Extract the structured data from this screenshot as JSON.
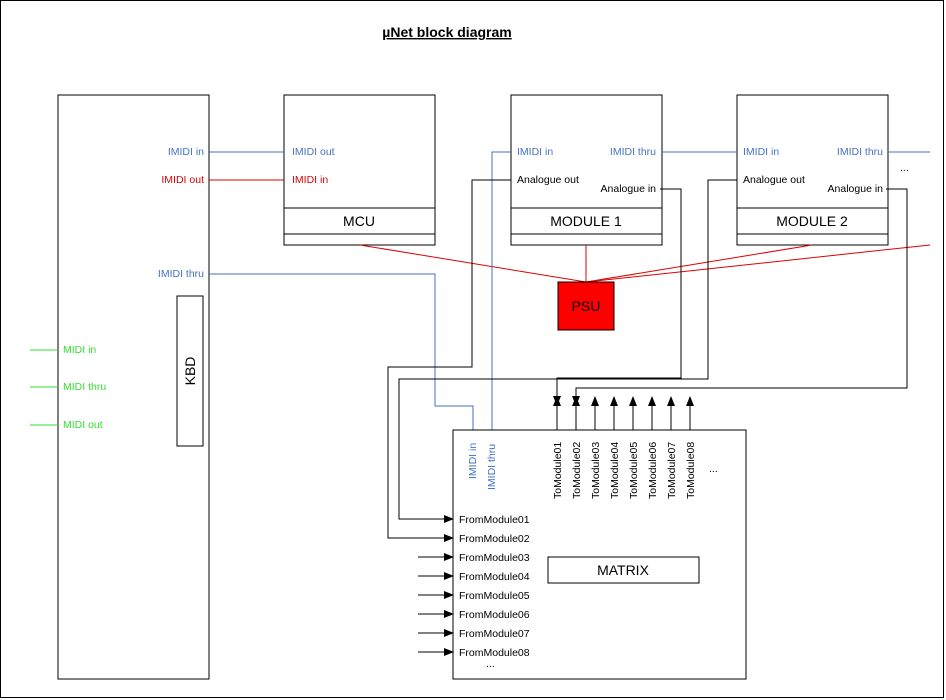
{
  "title": "µNet block diagram",
  "keyboard": {
    "imidi_in": "IMIDI in",
    "imidi_out": "IMIDI out",
    "imidi_thru": "IMIDI thru",
    "midi_in": "MIDI in",
    "midi_thru": "MIDI thru",
    "midi_out": "MIDI out",
    "kbd_label": "KBD"
  },
  "mcu": {
    "label": "MCU",
    "imidi_out": "IMIDI out",
    "imidi_in": "IMIDI in"
  },
  "module1": {
    "label": "MODULE 1",
    "imidi_in": "IMIDI in",
    "imidi_thru": "IMIDI thru",
    "analogue_out": "Analogue out",
    "analogue_in": "Analogue in"
  },
  "module2": {
    "label": "MODULE 2",
    "imidi_in": "IMIDI in",
    "imidi_thru": "IMIDI thru",
    "analogue_out": "Analogue out",
    "analogue_in": "Analogue in"
  },
  "more_modules": "...",
  "psu": {
    "label": "PSU"
  },
  "matrix": {
    "label": "MATRIX",
    "imidi_in": "IMIDI in",
    "imidi_thru": "IMIDI thru",
    "to_modules": [
      "ToModule01",
      "ToModule02",
      "ToModule03",
      "ToModule04",
      "ToModule05",
      "ToModule06",
      "ToModule07",
      "ToModule08"
    ],
    "to_more": "...",
    "from_modules": [
      "FromModule01",
      "FromModule02",
      "FromModule03",
      "FromModule04",
      "FromModule05",
      "FromModule06",
      "FromModule07",
      "FromModule08"
    ],
    "from_more": "..."
  },
  "colors": {
    "imidi": "#4472c4",
    "imidi_out": "#e00000",
    "midi": "#33dd33",
    "psu": "#ff0000",
    "power_line": "#e00000"
  }
}
